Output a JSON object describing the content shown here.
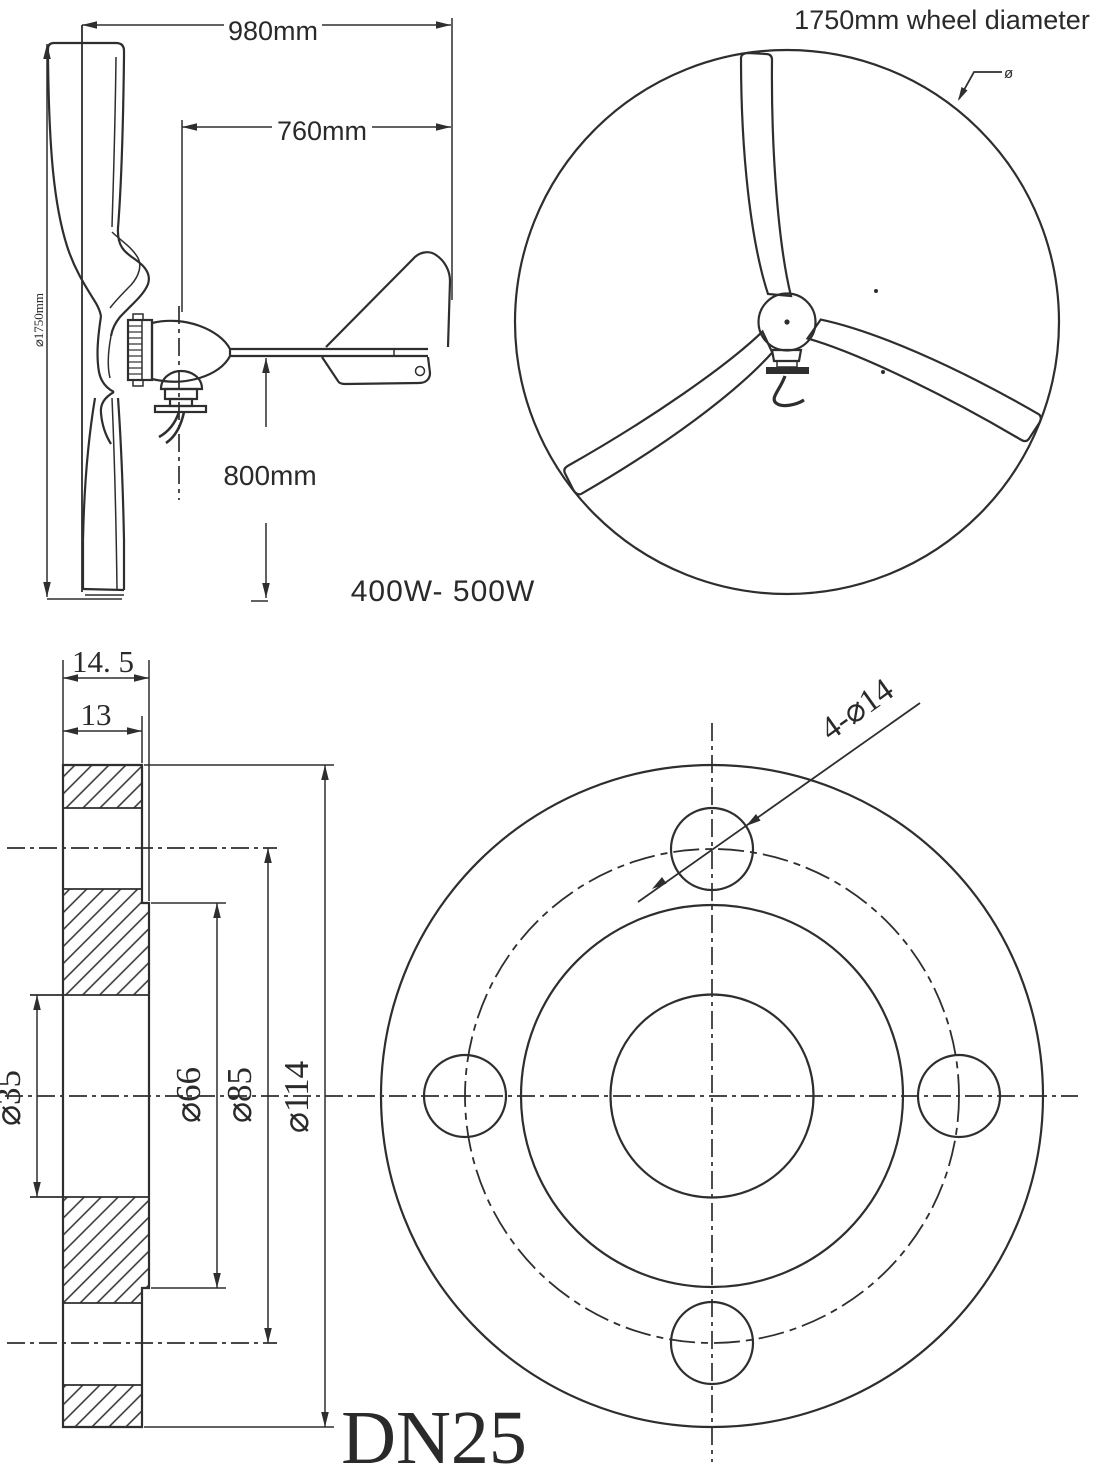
{
  "drawing": {
    "side_view": {
      "width_overall": "980mm",
      "width_tail": "760mm",
      "height_below": "800mm",
      "rotor_diameter_label": "⌀1750mm",
      "power_rating": "400W- 500W"
    },
    "wheel_view": {
      "title": "1750mm wheel diameter",
      "diameter_symbol": "ø"
    },
    "flange_section": {
      "thickness_overall": "14. 5",
      "thickness_plate": "13",
      "bore_diameter": "⌀35",
      "boss_diameter": "⌀66",
      "bolt_circle_diameter": "⌀85",
      "outer_diameter": "⌀114"
    },
    "flange_face": {
      "bolt_hole_label": "4-⌀14",
      "nominal_size": "DN25"
    },
    "colors": {
      "line": "#2e2e2e",
      "background": "#ffffff",
      "text": "#2a2a2a"
    }
  }
}
